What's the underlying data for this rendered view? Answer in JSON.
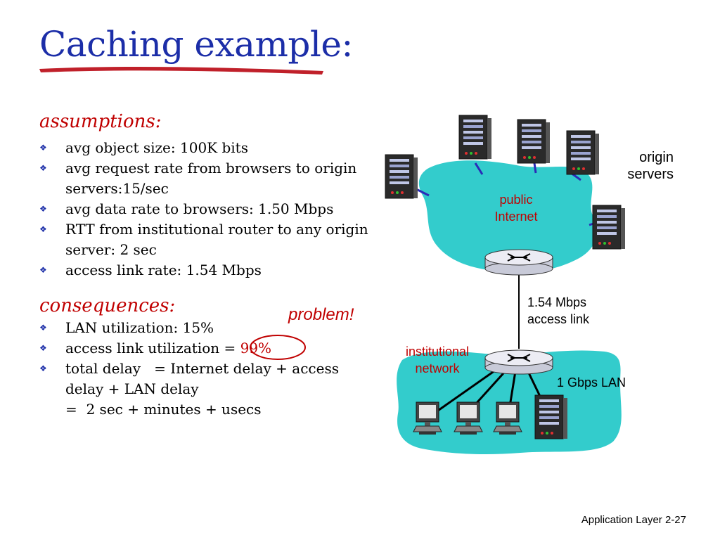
{
  "title": "Caching example:",
  "assumptions": {
    "heading": "assumptions:",
    "items": [
      "avg object size: 100K bits",
      "avg request rate from browsers to origin servers:15/sec",
      "avg data rate to browsers: 1.50 Mbps",
      "RTT from institutional router to any origin server: 2 sec",
      "access link rate: 1.54 Mbps"
    ]
  },
  "consequences": {
    "heading": "consequences:",
    "lan_utilization": "LAN utilization: 15%",
    "access_util_prefix": "access link utilization = ",
    "access_util_value": "99%",
    "total_delay_line1": "total delay   = Internet delay + access",
    "total_delay_line2": "delay + LAN delay",
    "total_delay_line3": "=  2 sec + minutes + usecs"
  },
  "problem_label": "problem!",
  "diagram": {
    "origin_servers_label_1": "origin",
    "origin_servers_label_2": "servers",
    "public_internet_label_1": "public",
    "public_internet_label_2": "Internet",
    "access_link_label_1": "1.54 Mbps",
    "access_link_label_2": "access link",
    "institutional_network_label_1": "institutional",
    "institutional_network_label_2": "network",
    "lan_label": "1 Gbps LAN",
    "colors": {
      "cloud": "#33cccc",
      "title": "#1c2ea8",
      "accent_red": "#c00000",
      "link_blue": "#2b2bb8"
    }
  },
  "footer": "Application Layer 2-27"
}
